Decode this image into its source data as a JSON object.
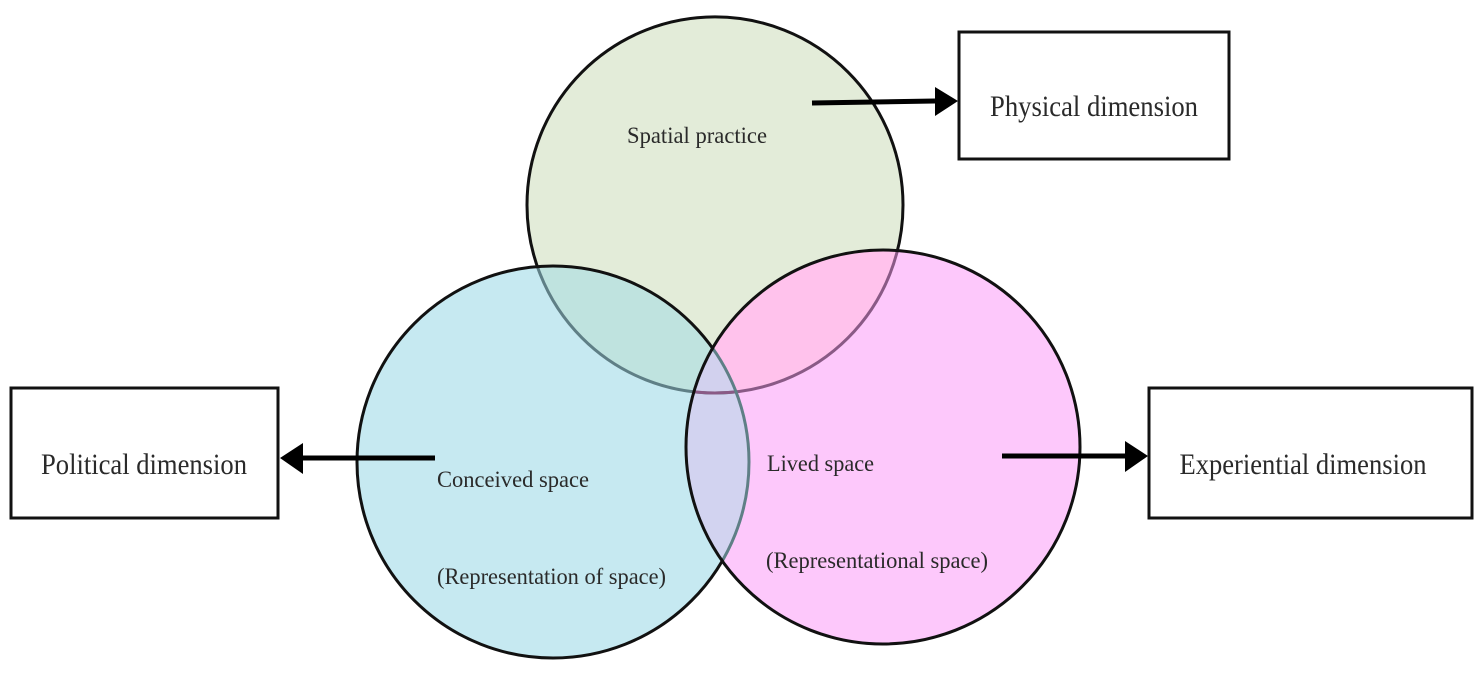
{
  "diagram": {
    "type": "venn-with-dimensions",
    "circles": [
      {
        "id": "spatial-practice",
        "label": "Spatial practice",
        "sublabel": "",
        "fill": "#e3ecd9",
        "dimension": "Physical dimension",
        "arrow_direction": "right"
      },
      {
        "id": "conceived-space",
        "label": "Conceived space",
        "sublabel": "(Representation of space)",
        "fill": "#c6e9f1",
        "dimension": "Political dimension",
        "arrow_direction": "left"
      },
      {
        "id": "lived-space",
        "label": "Lived space",
        "sublabel": "(Representational space)",
        "fill": "#fdc8fb",
        "dimension": "Experiential dimension",
        "arrow_direction": "right"
      }
    ],
    "intersection_colors": {
      "spatial_conceived": "#bfe3df",
      "spatial_lived": "#ffc2ec",
      "conceived_lived": "#d2d3f0",
      "all_three": "#d2d1ee"
    },
    "stroke_color": "#111111"
  }
}
